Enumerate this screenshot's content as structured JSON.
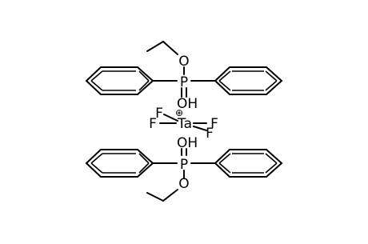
{
  "structure": {
    "atoms": {
      "p_top": "P",
      "o_ethoxy_top": "O",
      "oh_top": "OH",
      "p_bottom": "P",
      "o_ethoxy_bottom": "O",
      "oh_bottom": "OH",
      "tantalum": "Ta",
      "tantalum_charge": "⊕",
      "fluorine_left_upper": "F",
      "fluorine_left_lower": "F",
      "fluorine_right_upper": "F",
      "fluorine_right_lower": "F"
    }
  }
}
